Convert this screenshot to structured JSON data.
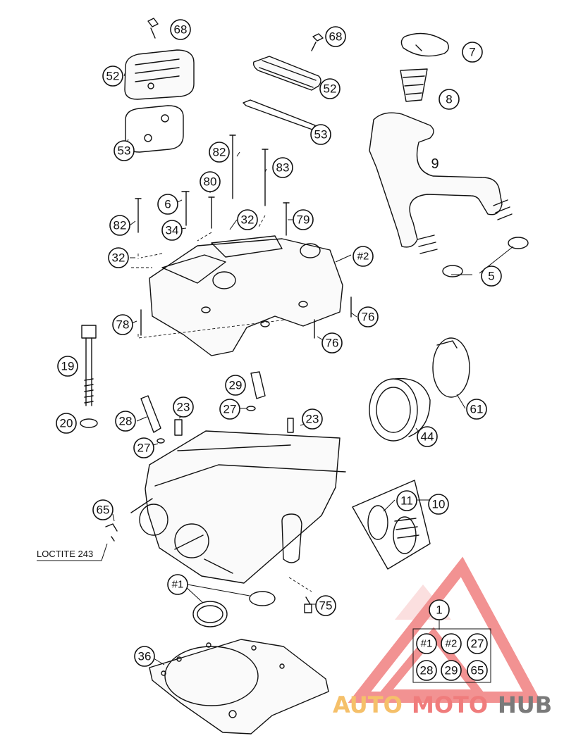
{
  "diagram": {
    "callouts": {
      "c68a": "68",
      "c68b": "68",
      "c52a": "52",
      "c52b": "52",
      "c53a": "53",
      "c53b": "53",
      "c7": "7",
      "c8": "8",
      "c9": "9",
      "c5": "5",
      "c82a": "82",
      "c82b": "82",
      "c83": "83",
      "c80": "80",
      "c6": "6",
      "c34": "34",
      "c32a": "32",
      "c32b": "32",
      "c79": "79",
      "c2": "#2",
      "c78": "78",
      "c76a": "76",
      "c76b": "76",
      "c19": "19",
      "c20": "20",
      "c29": "29",
      "c27a": "27",
      "c27b": "27",
      "c23a": "23",
      "c23b": "23",
      "c28": "28",
      "c44": "44",
      "c61": "61",
      "c11": "11",
      "c10": "10",
      "c65": "65",
      "c1hash": "#1",
      "c75": "75",
      "c36": "36",
      "c1": "1"
    },
    "kit": [
      "#1",
      "#2",
      "27",
      "28",
      "29",
      "65"
    ],
    "loctite": "LOCTITE 243"
  },
  "watermark": {
    "auto": "AUTO",
    "moto": "MOTO",
    "hub": "HUB",
    "colors": {
      "triangle": "#f08080",
      "auto": "#f5c06a",
      "moto": "#f07c7c",
      "hub": "#7a7a7a"
    }
  }
}
